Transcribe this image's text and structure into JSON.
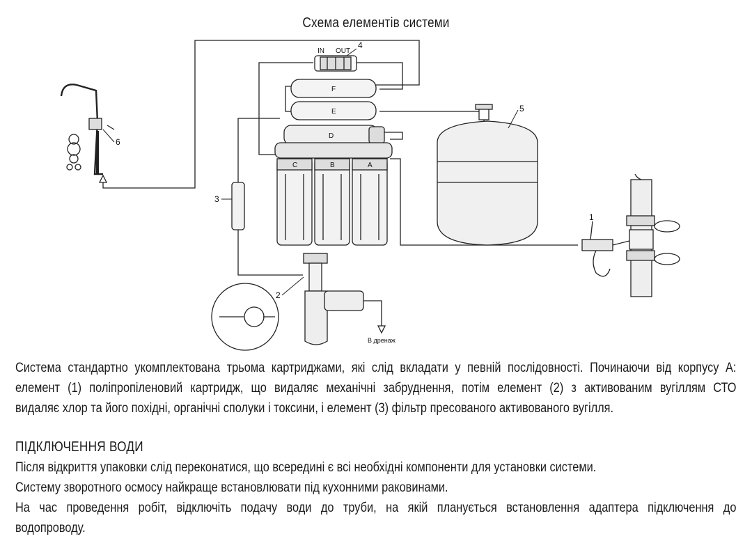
{
  "diagram": {
    "title": "Схема елементів системи",
    "labels": {
      "in": "IN",
      "out": "OUT",
      "n1": "1",
      "n2": "2",
      "n3": "3",
      "n4": "4",
      "n5": "5",
      "n6": "6",
      "a": "A",
      "b": "B",
      "c": "C",
      "d": "D",
      "e": "E",
      "f": "F",
      "drain": "В дренаж"
    }
  },
  "description": {
    "line1": "Система стандартно укомплектована трьома картриджами, які слід вкладати у певній послідовності. Починаючи від корпусу А:",
    "line2": "елемент (1) поліпропіленовий картридж, що видаляє механічні забруднення, потім елемент (2)  з активованим вугіллям СТО",
    "line3": "видаляє хлор та його похідні, органічні сполуки і токсини, і елемент (3) фільтр пресованого активованого вугілля."
  },
  "connection": {
    "heading": "ПІДКЛЮЧЕННЯ ВОДИ",
    "p1": "Після відкриття упаковки слід переконатися, що всередині є всі необхідні компоненти для установки системи.",
    "p2": "Систему зворотного осмосу найкраще встановлювати під кухонними раковинами.",
    "p3a": "На час проведення робіт, відключіть подачу води до труби, на якій планується встановлення адаптера підключення до",
    "p3b": "водопроводу."
  }
}
